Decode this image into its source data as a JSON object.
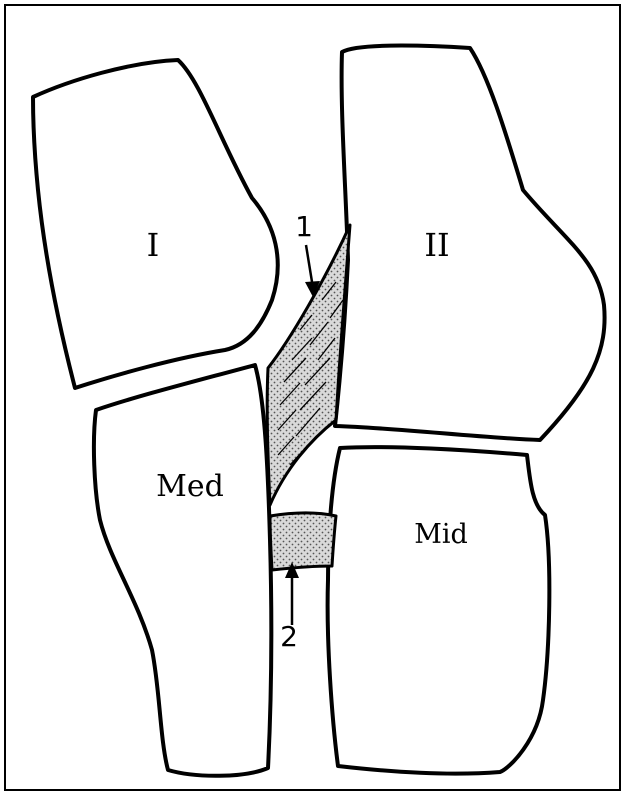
{
  "colors": {
    "outline": "#000000",
    "background": "#ffffff",
    "ligament_fill": "#cfcfcf"
  },
  "labels": {
    "bone_first_metatarsal": "I",
    "bone_second_metatarsal": "II",
    "bone_medial_cuneiform": "Med",
    "bone_middle_cuneiform": "Mid",
    "marker_1": "1",
    "marker_2": "2"
  }
}
